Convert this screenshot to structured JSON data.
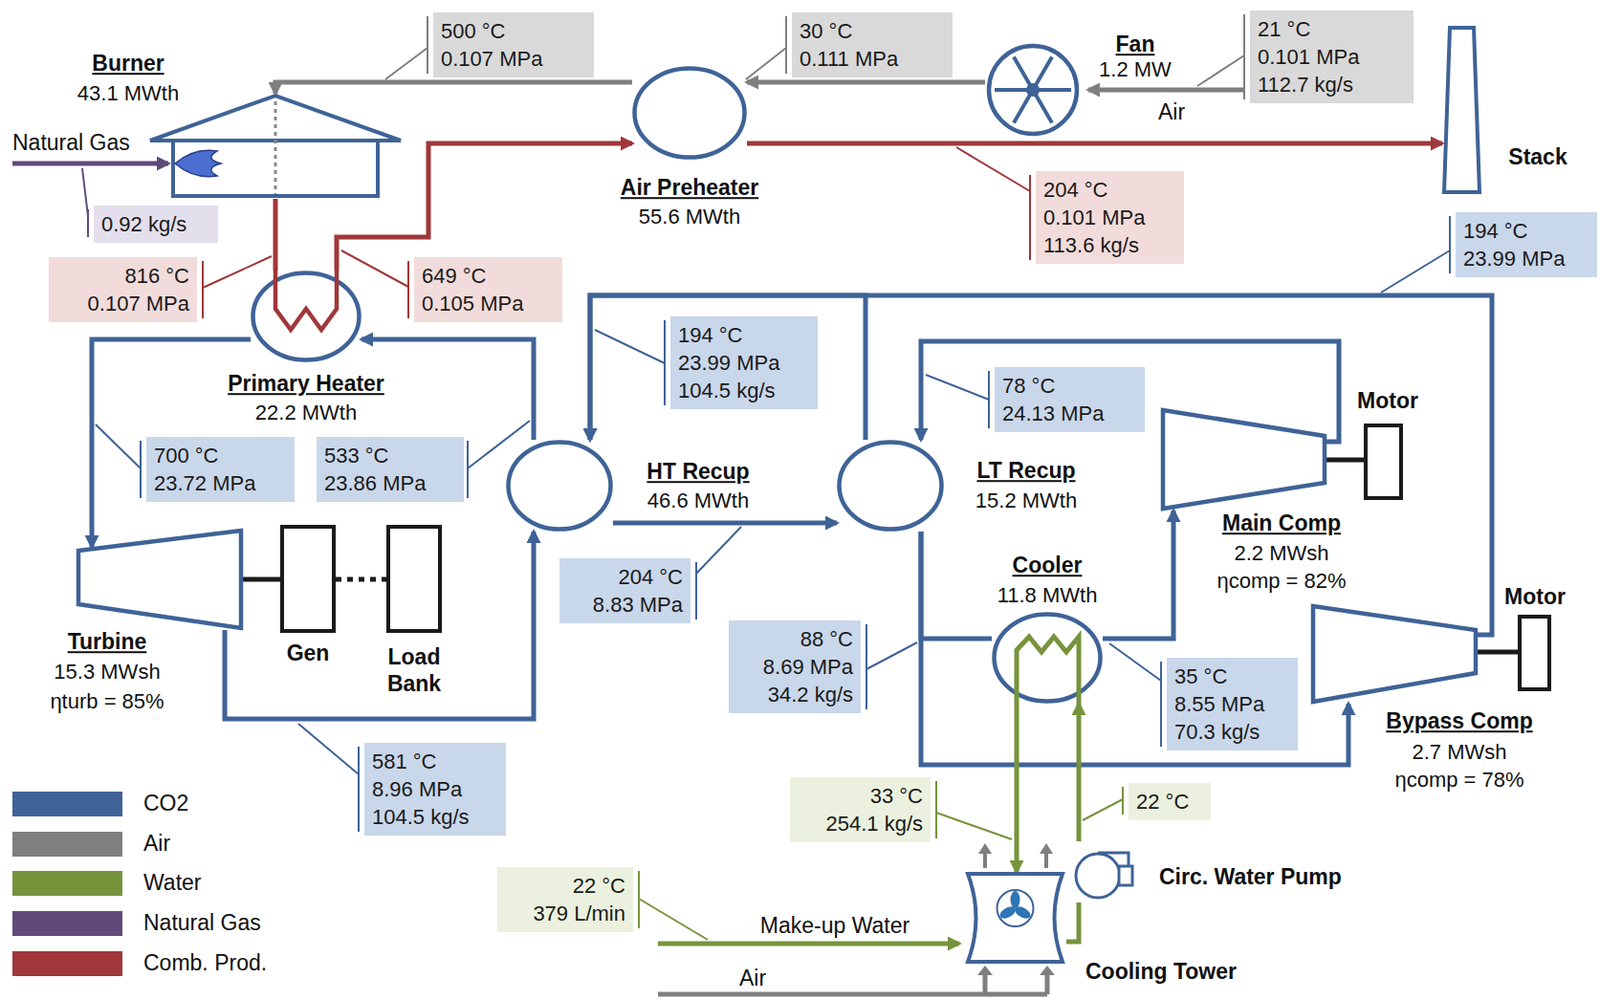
{
  "diagram": {
    "nodes": [
      {
        "text": [
          "Burner",
          "43.1 MWth"
        ]
      },
      {
        "text": [
          "Fan",
          "1.2 MW"
        ]
      },
      {
        "text": [
          "Air Preheater",
          "55.6 MWth"
        ]
      },
      {
        "text": [
          "Stack"
        ]
      },
      {
        "text": [
          "Primary Heater",
          "22.2 MWth"
        ]
      },
      {
        "text": [
          "HT Recup",
          "46.6 MWth"
        ]
      },
      {
        "text": [
          "LT Recup",
          "15.2 MWth"
        ]
      },
      {
        "text": [
          "Motor"
        ]
      },
      {
        "text": [
          "Main Comp",
          "2.2 MWsh",
          "ηcomp = 82%"
        ]
      },
      {
        "text": [
          "Cooler",
          "11.8 MWth"
        ]
      },
      {
        "text": [
          "Turbine",
          "15.3 MWsh",
          "ηturb = 85%"
        ]
      },
      {
        "text": [
          "Gen"
        ]
      },
      {
        "text": [
          "Load Bank"
        ]
      },
      {
        "text": [
          "Motor"
        ]
      },
      {
        "text": [
          "Bypass Comp",
          "2.7 MWsh",
          "ηcomp = 78%"
        ]
      },
      {
        "text": [
          "Circ. Water Pump"
        ]
      },
      {
        "text": [
          "Cooling Tower"
        ]
      }
    ],
    "edges": [
      {
        "from": 1,
        "to": 2,
        "arrow": "to"
      },
      {
        "from": 2,
        "to": 0,
        "arrow": "to"
      },
      {
        "from": 4,
        "to": 2,
        "arrow": "to"
      },
      {
        "from": 2,
        "to": 3,
        "arrow": "to"
      },
      {
        "from": 0,
        "to": 4,
        "arrow": "none"
      },
      {
        "from": 4,
        "to": 10,
        "arrow": "to"
      },
      {
        "from": 10,
        "to": 11,
        "arrow": "none"
      },
      {
        "from": 11,
        "to": 12,
        "arrow": "none"
      },
      {
        "from": 10,
        "to": 5,
        "arrow": "to"
      },
      {
        "from": 5,
        "to": 4,
        "arrow": "to"
      },
      {
        "from": 5,
        "to": 6,
        "arrow": "to"
      },
      {
        "from": 6,
        "to": 9,
        "arrow": "none"
      },
      {
        "from": 9,
        "to": 8,
        "arrow": "to"
      },
      {
        "from": 6,
        "to": 14,
        "arrow": "to"
      },
      {
        "from": 8,
        "to": 6,
        "arrow": "to"
      },
      {
        "from": 6,
        "to": 5,
        "arrow": "to"
      },
      {
        "from": 14,
        "to": 5,
        "arrow": "to"
      },
      {
        "from": 8,
        "to": 7,
        "arrow": "none"
      },
      {
        "from": 14,
        "to": 13,
        "arrow": "none"
      },
      {
        "from": 9,
        "to": 16,
        "arrow": "to"
      },
      {
        "from": 16,
        "to": 15,
        "arrow": "none"
      },
      {
        "from": 15,
        "to": 9,
        "arrow": "to"
      }
    ],
    "labels": [
      "500 °C",
      "0.107 MPa",
      "30 °C",
      "0.111 MPa",
      "21 °C",
      "0.101 MPa",
      "112.7 kg/s",
      "Air",
      "Natural Gas",
      "0.92 kg/s",
      "816 °C",
      "0.107 MPa",
      "649 °C",
      "0.105 MPa",
      "204 °C",
      "0.101 MPa",
      "113.6 kg/s",
      "194 °C",
      "23.99 MPa",
      "194 °C",
      "23.99 MPa",
      "104.5 kg/s",
      "78 °C",
      "24.13 MPa",
      "700 °C",
      "23.72 MPa",
      "533 °C",
      "23.86 MPa",
      "204 °C",
      "8.83 MPa",
      "88 °C",
      "8.69 MPa",
      "34.2 kg/s",
      "35 °C",
      "8.55 MPa",
      "70.3 kg/s",
      "581 °C",
      "8.96 MPa",
      "104.5 kg/s",
      "33 °C",
      "254.1 kg/s",
      "22 °C",
      "22 °C",
      "379 L/min",
      "Make-up Water",
      "Air"
    ],
    "legend": [
      {
        "text": "CO2",
        "color": "#3f6397"
      },
      {
        "text": "Air",
        "color": "#7f7f7f"
      },
      {
        "text": "Water",
        "color": "#77933c"
      },
      {
        "text": "Natural Gas",
        "color": "#604a7b"
      },
      {
        "text": "Comb. Prod.",
        "color": "#a0373a"
      }
    ]
  }
}
